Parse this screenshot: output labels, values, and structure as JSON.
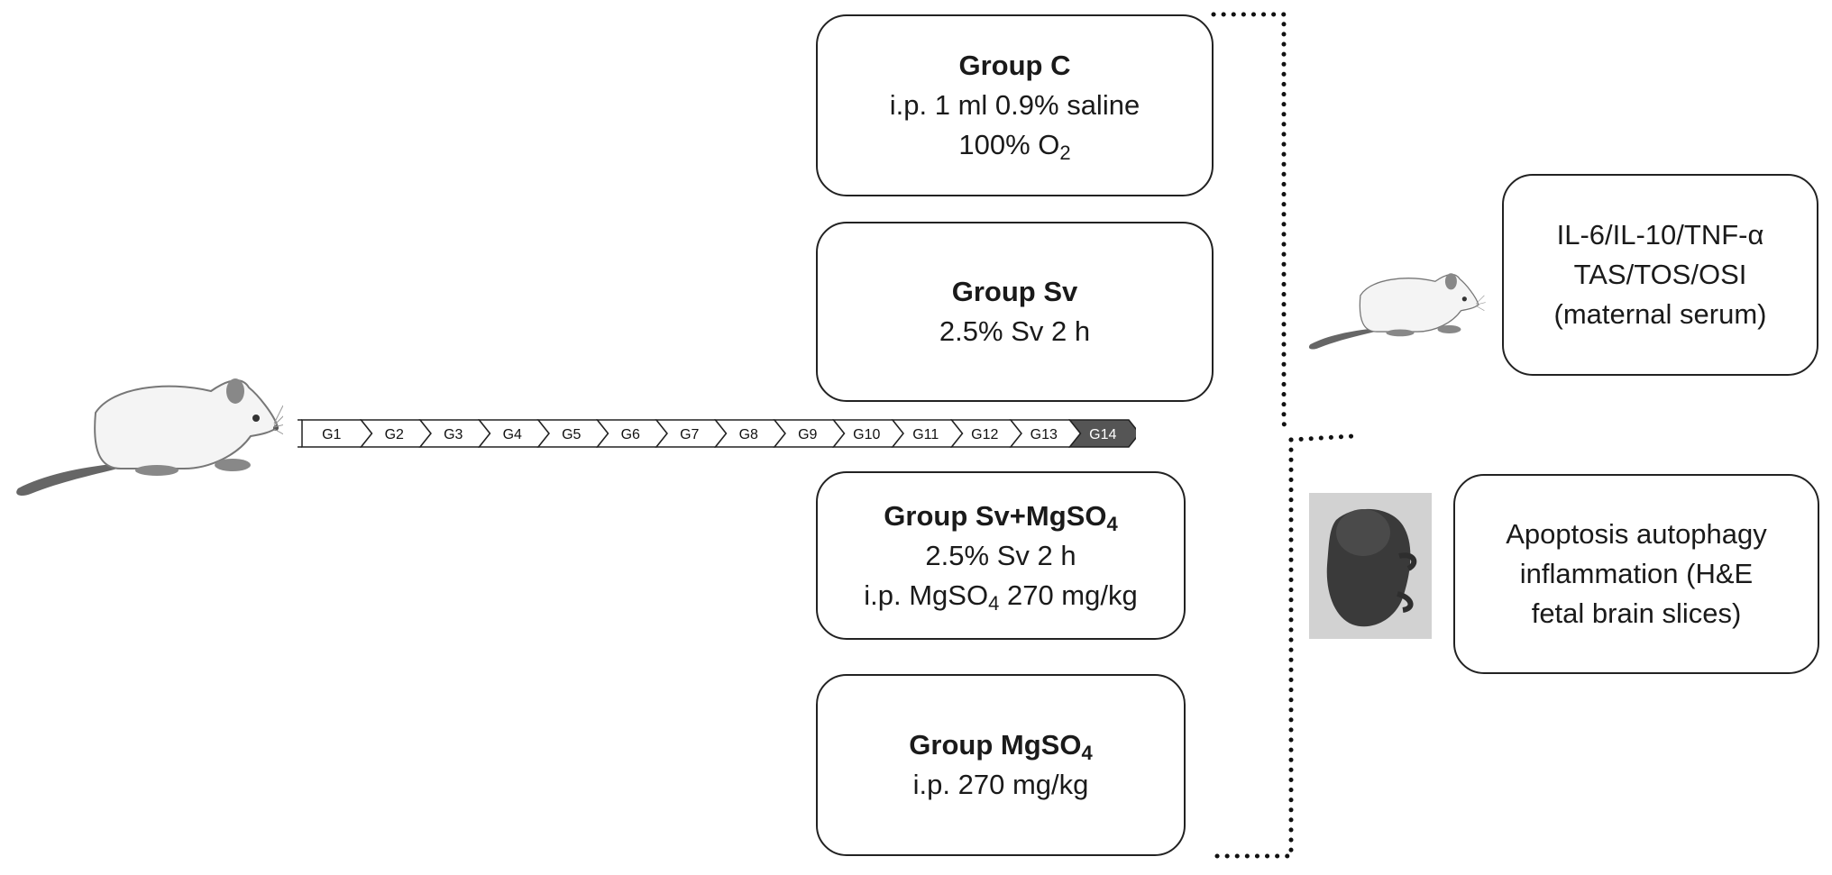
{
  "timeline": {
    "days": [
      "G1",
      "G2",
      "G3",
      "G4",
      "G5",
      "G6",
      "G7",
      "G8",
      "G9",
      "G10",
      "G11",
      "G12",
      "G13",
      "G14"
    ],
    "highlight_index": 13,
    "highlight_color": "#555555",
    "segment_color": "#ffffff"
  },
  "groups": {
    "c": {
      "title": "Group C",
      "line1": "i.p. 1 ml 0.9% saline",
      "line2_pre": "100% O",
      "line2_sub": "2"
    },
    "sv": {
      "title": "Group Sv",
      "line1": "2.5% Sv 2 h"
    },
    "svmg": {
      "title_pre": "Group Sv+MgSO",
      "title_sub": "4",
      "line1": "2.5% Sv 2 h",
      "line2_pre": "i.p. MgSO",
      "line2_sub": "4",
      "line2_post": " 270 mg/kg"
    },
    "mg": {
      "title_pre": "Group MgSO",
      "title_sub": "4",
      "line1": "i.p. 270 mg/kg"
    }
  },
  "outcomes": {
    "serum": {
      "line1": "IL-6/IL-10/TNF-α",
      "line2": "TAS/TOS/OSI",
      "line3": "(maternal serum)"
    },
    "brain": {
      "line1": "Apoptosis autophagy",
      "line2": "inflammation (H&E",
      "line3": "fetal brain slices)"
    }
  },
  "icons": [
    "pregnant-rat-icon",
    "maternal-rat-icon",
    "fetus-photo-icon"
  ]
}
